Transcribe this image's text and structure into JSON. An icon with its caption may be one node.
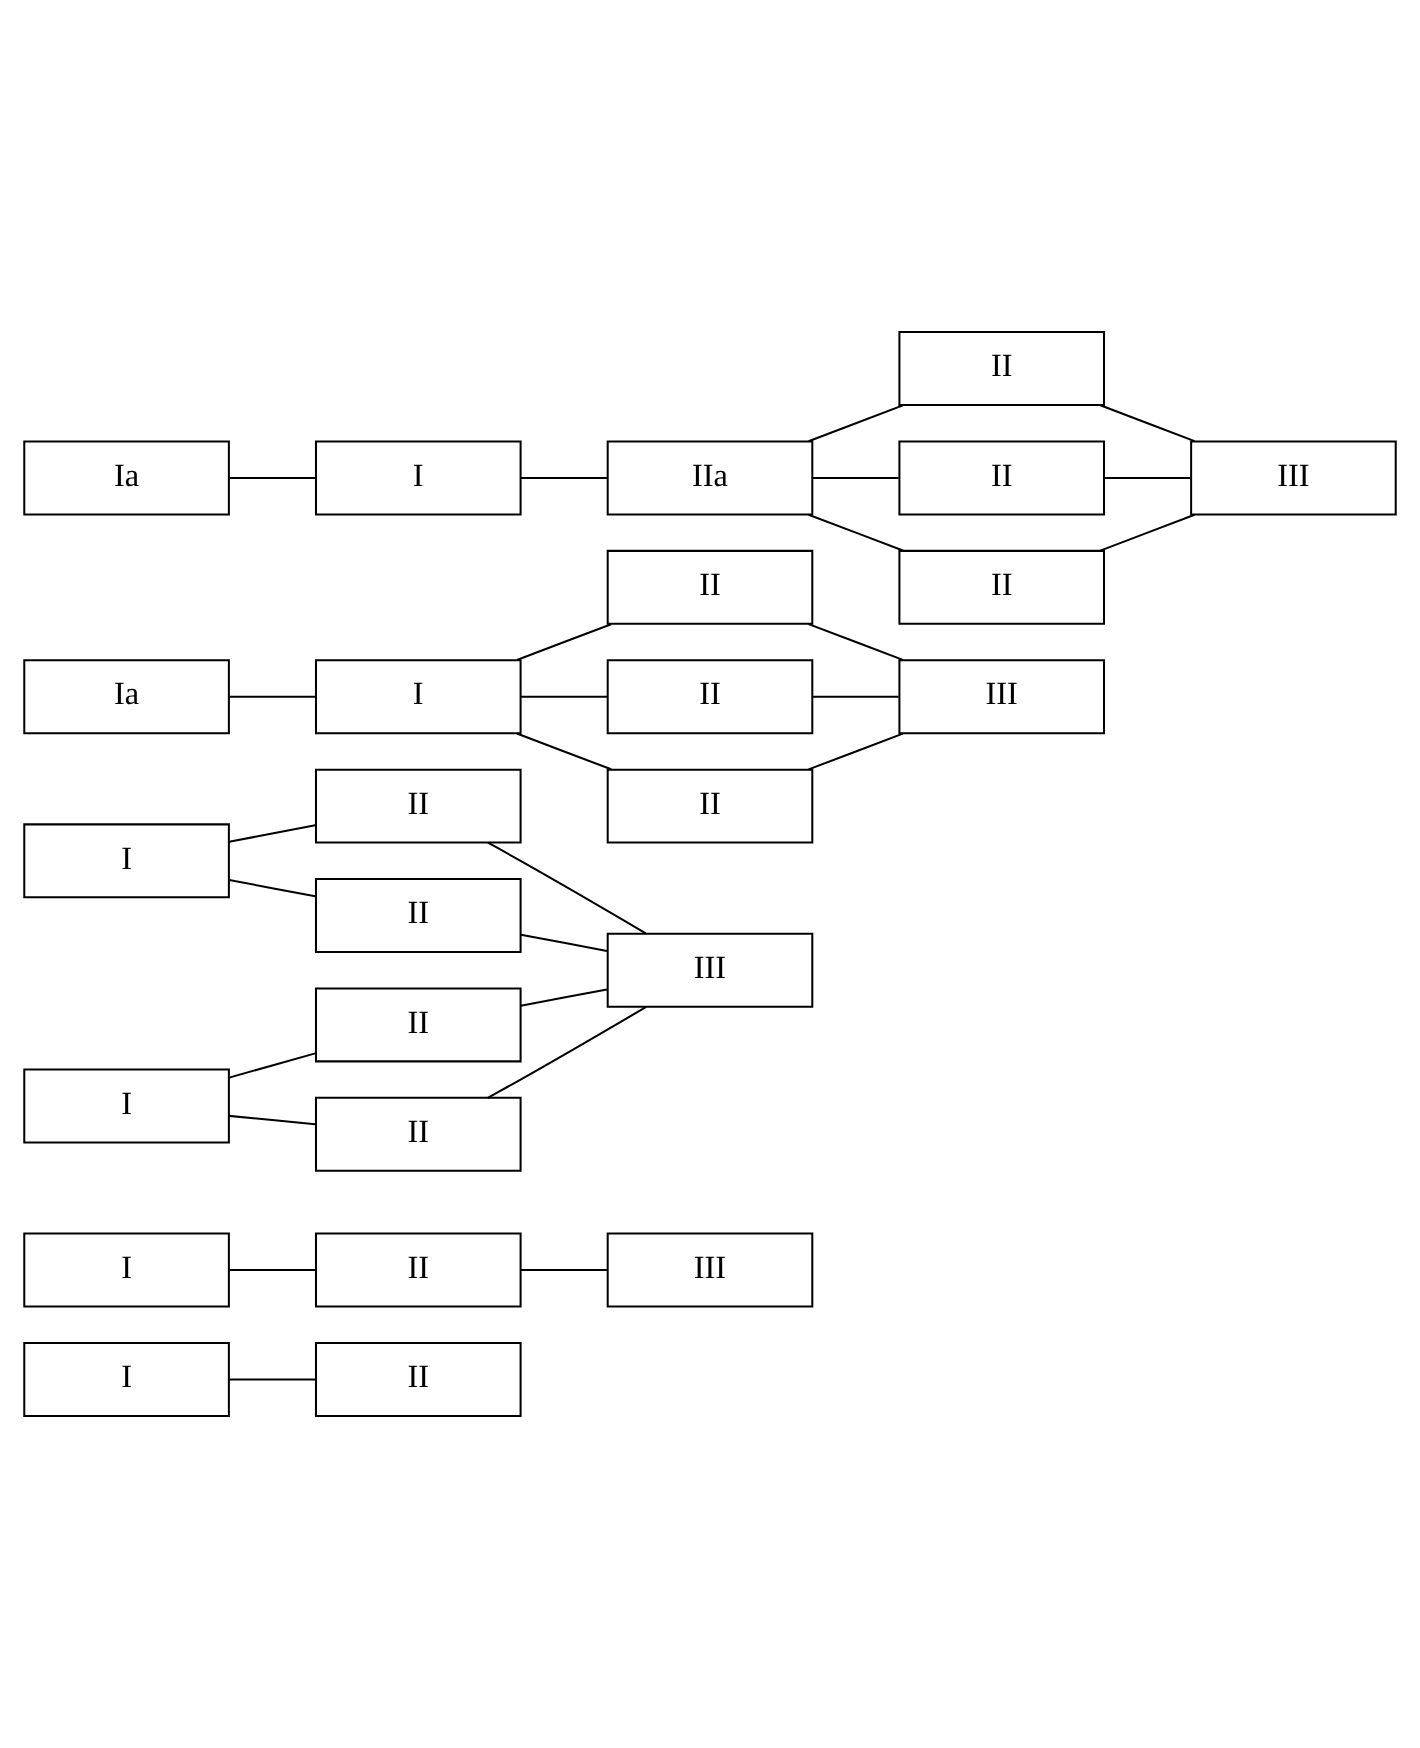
{
  "diagram": {
    "nodes": [
      {
        "text": [
          "I"
        ]
      },
      {
        "text": [
          "II"
        ]
      },
      {
        "text": [
          "I"
        ]
      },
      {
        "text": [
          "II"
        ]
      },
      {
        "text": [
          "III"
        ]
      },
      {
        "text": [
          "I"
        ]
      },
      {
        "text": [
          "II"
        ]
      },
      {
        "text": [
          "II"
        ]
      },
      {
        "text": [
          "I"
        ]
      },
      {
        "text": [
          "II"
        ]
      },
      {
        "text": [
          "II"
        ]
      },
      {
        "text": [
          "III"
        ]
      },
      {
        "text": [
          "Ia"
        ]
      },
      {
        "text": [
          "I"
        ]
      },
      {
        "text": [
          "II"
        ]
      },
      {
        "text": [
          "II"
        ]
      },
      {
        "text": [
          "II"
        ]
      },
      {
        "text": [
          "III"
        ]
      },
      {
        "text": [
          "Ia"
        ]
      },
      {
        "text": [
          "I"
        ]
      },
      {
        "text": [
          "IIa"
        ]
      },
      {
        "text": [
          "II"
        ]
      },
      {
        "text": [
          "II"
        ]
      },
      {
        "text": [
          "II"
        ]
      },
      {
        "text": [
          "III"
        ]
      }
    ],
    "edges": [
      {
        "from": 0,
        "to": 1,
        "arrow": "none"
      },
      {
        "from": 2,
        "to": 3,
        "arrow": "none"
      },
      {
        "from": 3,
        "to": 4,
        "arrow": "none"
      },
      {
        "from": 5,
        "to": 6,
        "arrow": "none"
      },
      {
        "from": 5,
        "to": 7,
        "arrow": "none"
      },
      {
        "from": 8,
        "to": 9,
        "arrow": "none"
      },
      {
        "from": 8,
        "to": 10,
        "arrow": "none"
      },
      {
        "from": 6,
        "to": 11,
        "arrow": "none"
      },
      {
        "from": 7,
        "to": 11,
        "arrow": "none"
      },
      {
        "from": 9,
        "to": 11,
        "arrow": "none"
      },
      {
        "from": 10,
        "to": 11,
        "arrow": "none"
      },
      {
        "from": 12,
        "to": 13,
        "arrow": "none"
      },
      {
        "from": 13,
        "to": 14,
        "arrow": "none"
      },
      {
        "from": 13,
        "to": 15,
        "arrow": "none"
      },
      {
        "from": 13,
        "to": 16,
        "arrow": "none"
      },
      {
        "from": 14,
        "to": 17,
        "arrow": "none"
      },
      {
        "from": 15,
        "to": 17,
        "arrow": "none"
      },
      {
        "from": 16,
        "to": 17,
        "arrow": "none"
      },
      {
        "from": 18,
        "to": 19,
        "arrow": "none"
      },
      {
        "from": 19,
        "to": 20,
        "arrow": "none"
      },
      {
        "from": 20,
        "to": 21,
        "arrow": "none"
      },
      {
        "from": 20,
        "to": 22,
        "arrow": "none"
      },
      {
        "from": 20,
        "to": 23,
        "arrow": "none"
      },
      {
        "from": 21,
        "to": 24,
        "arrow": "none"
      },
      {
        "from": 22,
        "to": 24,
        "arrow": "none"
      },
      {
        "from": 23,
        "to": 24,
        "arrow": "none"
      }
    ]
  }
}
